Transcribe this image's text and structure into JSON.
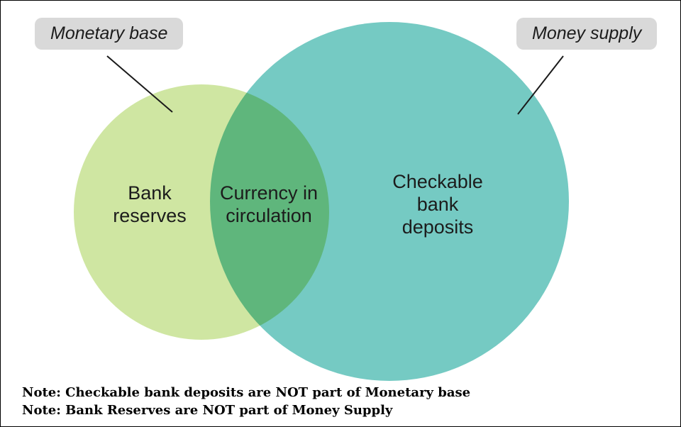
{
  "diagram": {
    "type": "venn",
    "callouts": {
      "monetary_base": "Monetary base",
      "money_supply": "Money supply"
    },
    "regions": {
      "bank_reserves": "Bank\nreserves",
      "currency_in_circulation": "Currency in\ncirculation",
      "checkable_bank_deposits": "Checkable\nbank\ndeposits"
    },
    "notes": [
      "Note: Checkable bank deposits are NOT part of Monetary base",
      "Note: Bank Reserves are NOT part of Money Supply"
    ],
    "colors": {
      "left_circle": "#cfe6a2",
      "right_circle": "#75cac3",
      "overlap": "#5cb885",
      "callout_background": "#d9d9d9",
      "line": "#1a1a1a",
      "text": "#1c1c1c"
    }
  }
}
